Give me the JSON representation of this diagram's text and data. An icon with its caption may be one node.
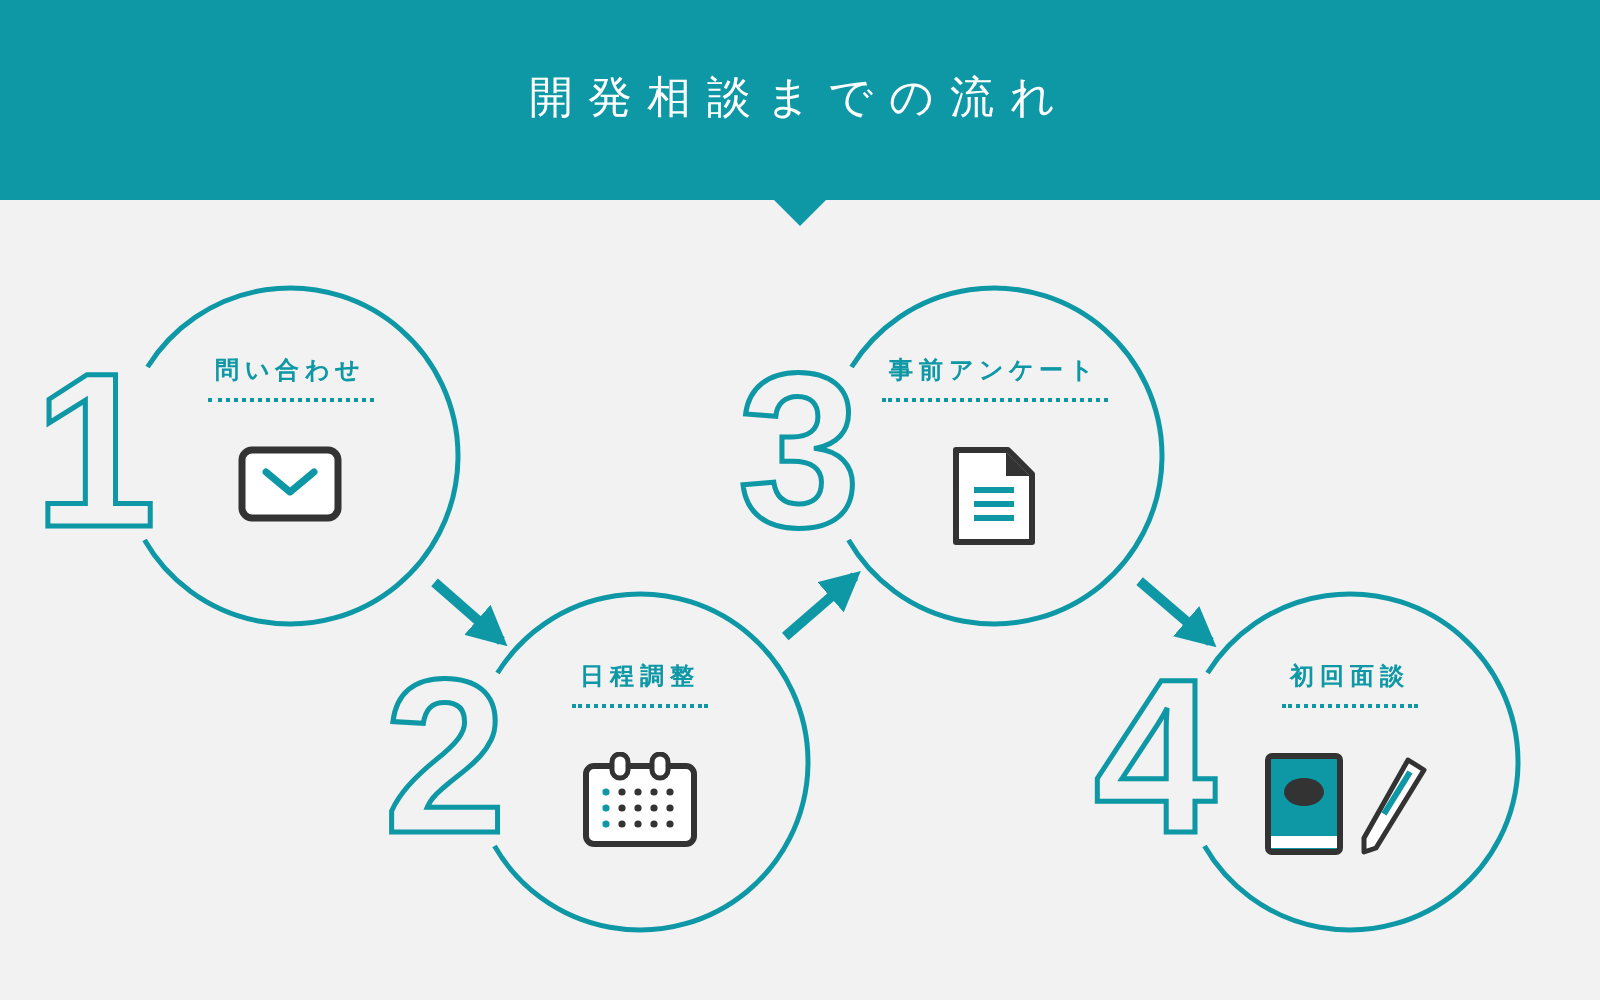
{
  "diagram": {
    "title": "開発相談までの流れ",
    "nodes": [
      {
        "text": [
          "問い合わせ"
        ],
        "beside": [
          "1"
        ]
      },
      {
        "text": [
          "日程調整"
        ],
        "beside": [
          "2"
        ]
      },
      {
        "text": [
          "事前アンケート"
        ],
        "beside": [
          "3"
        ]
      },
      {
        "text": [
          "初回面談"
        ],
        "beside": [
          "4"
        ]
      }
    ],
    "edges": [
      {
        "from": 0,
        "to": 1,
        "arrow": "to"
      },
      {
        "from": 1,
        "to": 2,
        "arrow": "to"
      },
      {
        "from": 2,
        "to": 3,
        "arrow": "to"
      }
    ]
  }
}
